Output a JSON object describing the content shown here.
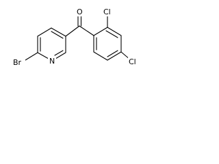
{
  "molecule": {
    "atoms": {
      "oxygen": "O",
      "bromine": "Br",
      "nitrogen": "N",
      "chlorine_ortho": "Cl",
      "chlorine_para": "Cl"
    }
  }
}
